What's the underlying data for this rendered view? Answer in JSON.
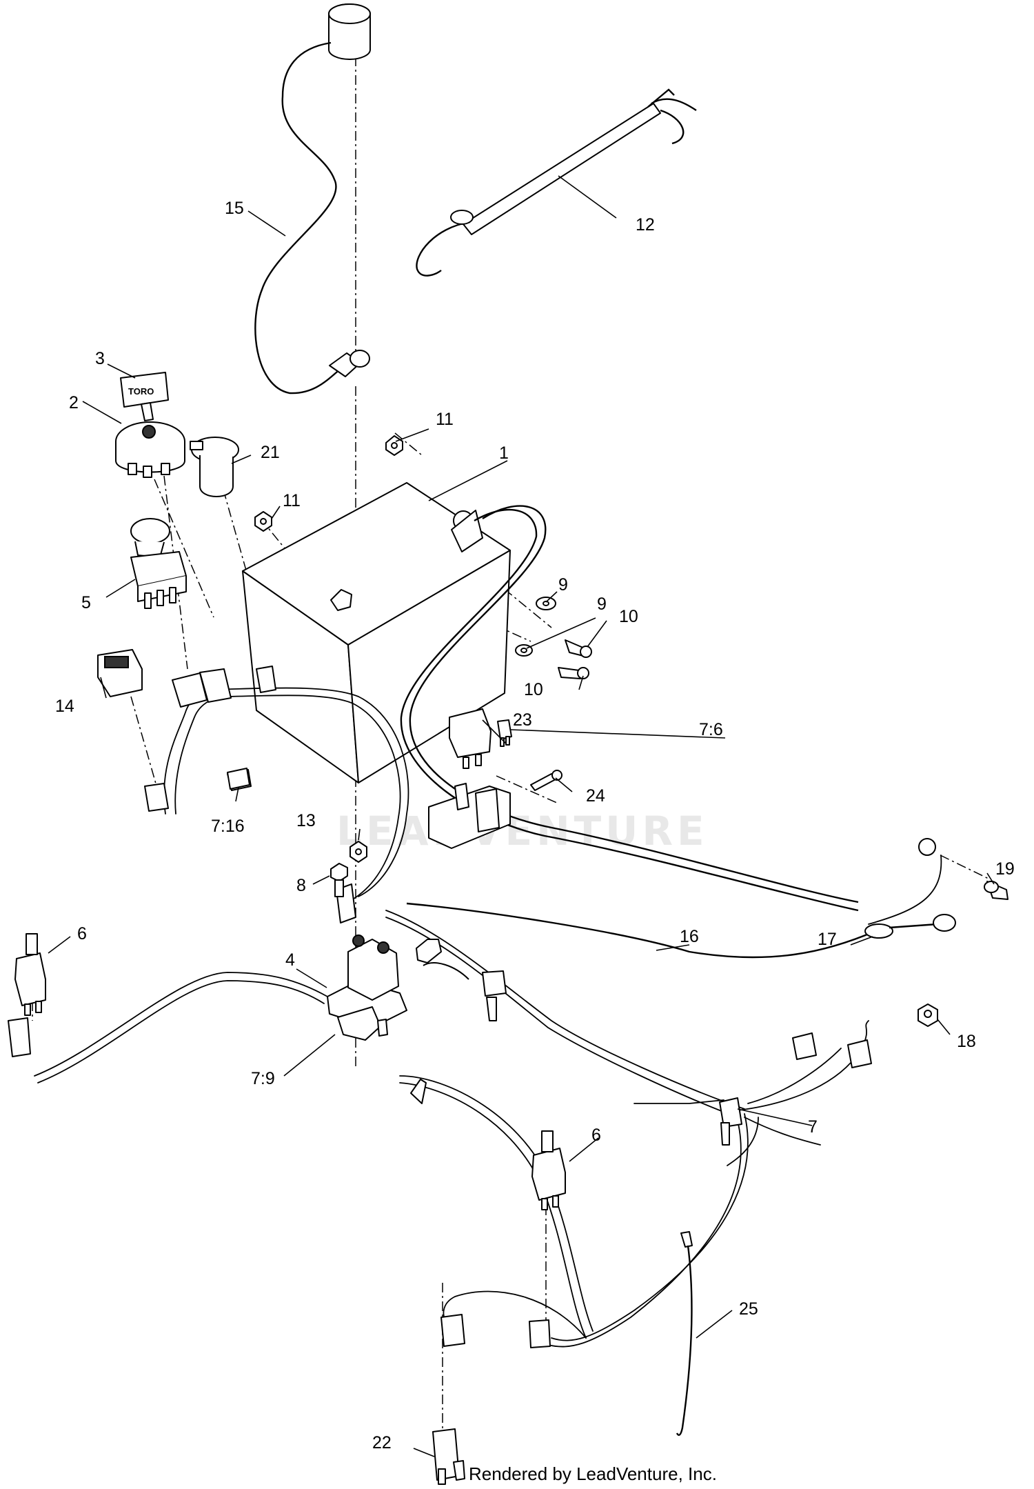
{
  "callouts": [
    {
      "id": "c1",
      "label": "1"
    },
    {
      "id": "c2",
      "label": "2"
    },
    {
      "id": "c3",
      "label": "3"
    },
    {
      "id": "c4",
      "label": "4"
    },
    {
      "id": "c5",
      "label": "5"
    },
    {
      "id": "c6a",
      "label": "6"
    },
    {
      "id": "c6b",
      "label": "6"
    },
    {
      "id": "c7",
      "label": "7"
    },
    {
      "id": "c7_6",
      "label": "7:6"
    },
    {
      "id": "c7_9",
      "label": "7:9"
    },
    {
      "id": "c7_16",
      "label": "7:16"
    },
    {
      "id": "c8",
      "label": "8"
    },
    {
      "id": "c9a",
      "label": "9"
    },
    {
      "id": "c9b",
      "label": "9"
    },
    {
      "id": "c10a",
      "label": "10"
    },
    {
      "id": "c10b",
      "label": "10"
    },
    {
      "id": "c11a",
      "label": "11"
    },
    {
      "id": "c11b",
      "label": "11"
    },
    {
      "id": "c12",
      "label": "12"
    },
    {
      "id": "c13",
      "label": "13"
    },
    {
      "id": "c14",
      "label": "14"
    },
    {
      "id": "c15",
      "label": "15"
    },
    {
      "id": "c16",
      "label": "16"
    },
    {
      "id": "c17",
      "label": "17"
    },
    {
      "id": "c18",
      "label": "18"
    },
    {
      "id": "c19",
      "label": "19"
    },
    {
      "id": "c21",
      "label": "21"
    },
    {
      "id": "c22",
      "label": "22"
    },
    {
      "id": "c23",
      "label": "23"
    },
    {
      "id": "c24",
      "label": "24"
    },
    {
      "id": "c25",
      "label": "25"
    }
  ],
  "key_label": "TORO",
  "watermark": "LEADVENTURE",
  "credit": "Rendered by LeadVenture, Inc."
}
